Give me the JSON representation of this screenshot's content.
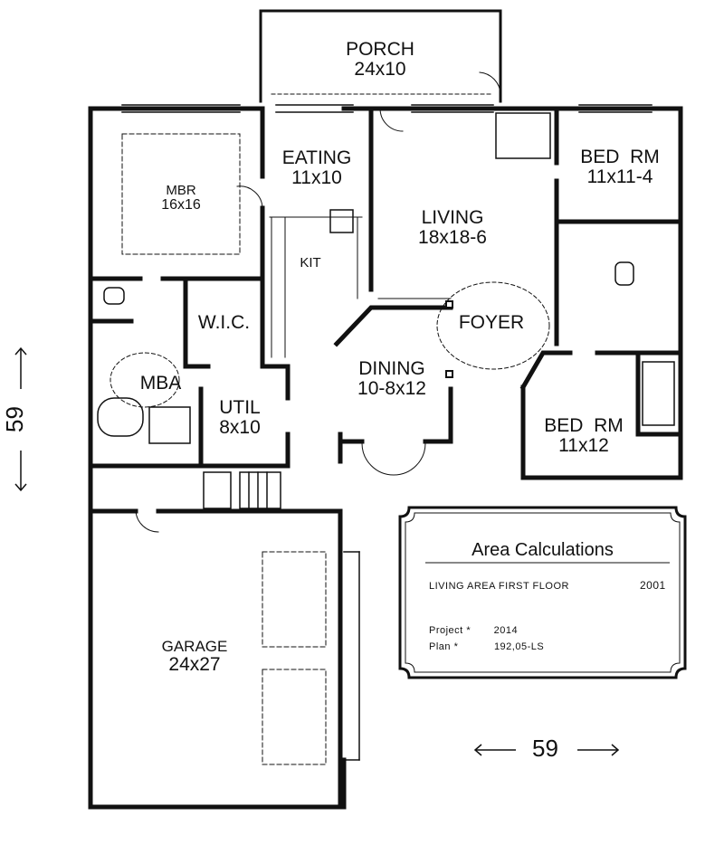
{
  "rooms": {
    "porch": {
      "name": "PORCH",
      "dim": "24x10"
    },
    "eating": {
      "name": "EATING",
      "dim": "11x10"
    },
    "mbr": {
      "name": "MBR",
      "dim": "16x16"
    },
    "living": {
      "name": "LIVING",
      "dim": "18x18-6"
    },
    "kit": {
      "name": "KIT"
    },
    "bed1": {
      "name": "BED  RM",
      "dim": "11x11-4"
    },
    "wic": {
      "name": "W.I.C."
    },
    "foyer": {
      "name": "FOYER"
    },
    "mba": {
      "name": "MBA"
    },
    "dining": {
      "name": "DINING",
      "dim": "10-8x12"
    },
    "util": {
      "name": "UTIL",
      "dim": "8x10"
    },
    "bed2": {
      "name": "BED  RM",
      "dim": "11x12"
    },
    "garage": {
      "name": "GARAGE",
      "dim": "24x27"
    }
  },
  "dimensions": {
    "left": "59",
    "bottom": "59"
  },
  "area_box": {
    "title": "Area Calculations",
    "living_area_label": "LIVING AREA FIRST FLOOR",
    "living_area_value": "2001",
    "project_label": "Project",
    "project_value": "2014",
    "plan_label": "Plan",
    "plan_value": "192,05-LS"
  }
}
